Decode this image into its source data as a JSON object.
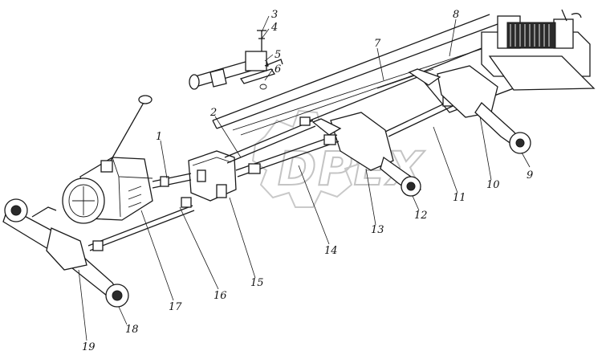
{
  "watermark": {
    "text": "DPEX"
  },
  "callouts": [
    {
      "id": "1",
      "text": "1"
    },
    {
      "id": "2",
      "text": "2"
    },
    {
      "id": "3",
      "text": "3"
    },
    {
      "id": "4",
      "text": "4"
    },
    {
      "id": "5",
      "text": "5"
    },
    {
      "id": "6",
      "text": "6"
    },
    {
      "id": "7",
      "text": "7"
    },
    {
      "id": "8",
      "text": "8"
    },
    {
      "id": "9",
      "text": "9"
    },
    {
      "id": "10",
      "text": "10"
    },
    {
      "id": "11",
      "text": "11"
    },
    {
      "id": "12",
      "text": "12"
    },
    {
      "id": "13",
      "text": "13"
    },
    {
      "id": "14",
      "text": "14"
    },
    {
      "id": "15",
      "text": "15"
    },
    {
      "id": "16",
      "text": "16"
    },
    {
      "id": "17",
      "text": "17"
    },
    {
      "id": "18",
      "text": "18"
    },
    {
      "id": "19",
      "text": "19"
    }
  ],
  "colors": {
    "ink": "#1a1a1a",
    "watermark": "#c4c4c4",
    "background": "#ffffff"
  }
}
